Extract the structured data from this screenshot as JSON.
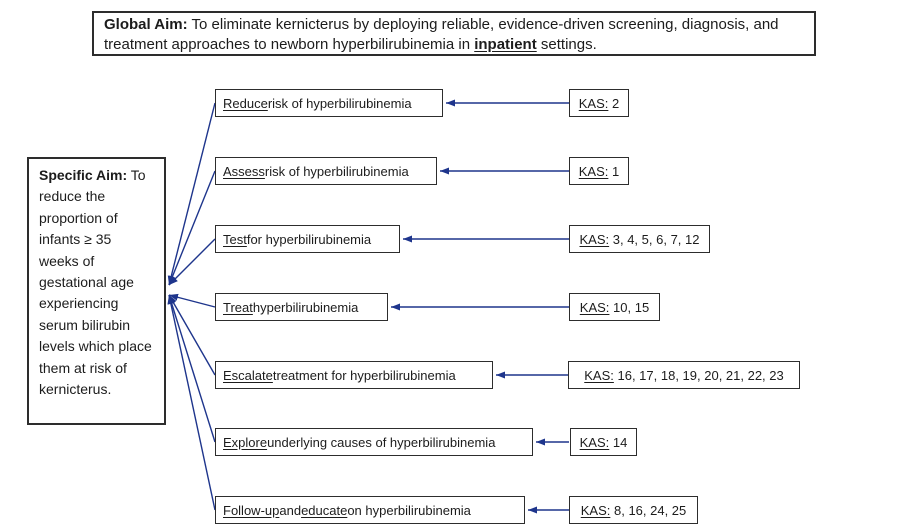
{
  "diagram": {
    "global_aim": {
      "label": "Global Aim:",
      "text_before": " To eliminate kernicterus by deploying reliable, evidence-driven screening, diagnosis, and treatment approaches to newborn hyperbilirubinemia in ",
      "highlight": "inpatient",
      "text_after": " settings."
    },
    "specific_aim": {
      "label": "Specific Aim:",
      "text": " To reduce the proportion of infants ≥ 35 weeks of gestational age experiencing serum bilirubin levels which place them at risk of kernicterus."
    },
    "kas_label": "KAS:",
    "rows": [
      {
        "lead": "Reduce",
        "mid": "",
        "lead2": "",
        "rest": " risk of hyperbilirubinemia",
        "kas": "2"
      },
      {
        "lead": "Assess",
        "mid": "",
        "lead2": "",
        "rest": " risk of hyperbilirubinemia",
        "kas": "1"
      },
      {
        "lead": "Test",
        "mid": "",
        "lead2": "",
        "rest": " for hyperbilirubinemia",
        "kas": "3, 4, 5, 6, 7, 12"
      },
      {
        "lead": "Treat",
        "mid": "",
        "lead2": "",
        "rest": " hyperbilirubinemia",
        "kas": "10, 15"
      },
      {
        "lead": "Escalate",
        "mid": "",
        "lead2": "",
        "rest": " treatment for hyperbilirubinemia",
        "kas": "16, 17, 18, 19, 20, 21, 22, 23"
      },
      {
        "lead": "Explore",
        "mid": "",
        "lead2": "",
        "rest": " underlying causes of hyperbilirubinemia",
        "kas": "14"
      },
      {
        "lead": "Follow-up",
        "mid": " and ",
        "lead2": "educate",
        "rest": " on hyperbilirubinemia",
        "kas": "8, 16, 24, 25"
      }
    ],
    "colors": {
      "arrow": "#1e358c",
      "border": "#2d2d2d"
    }
  }
}
